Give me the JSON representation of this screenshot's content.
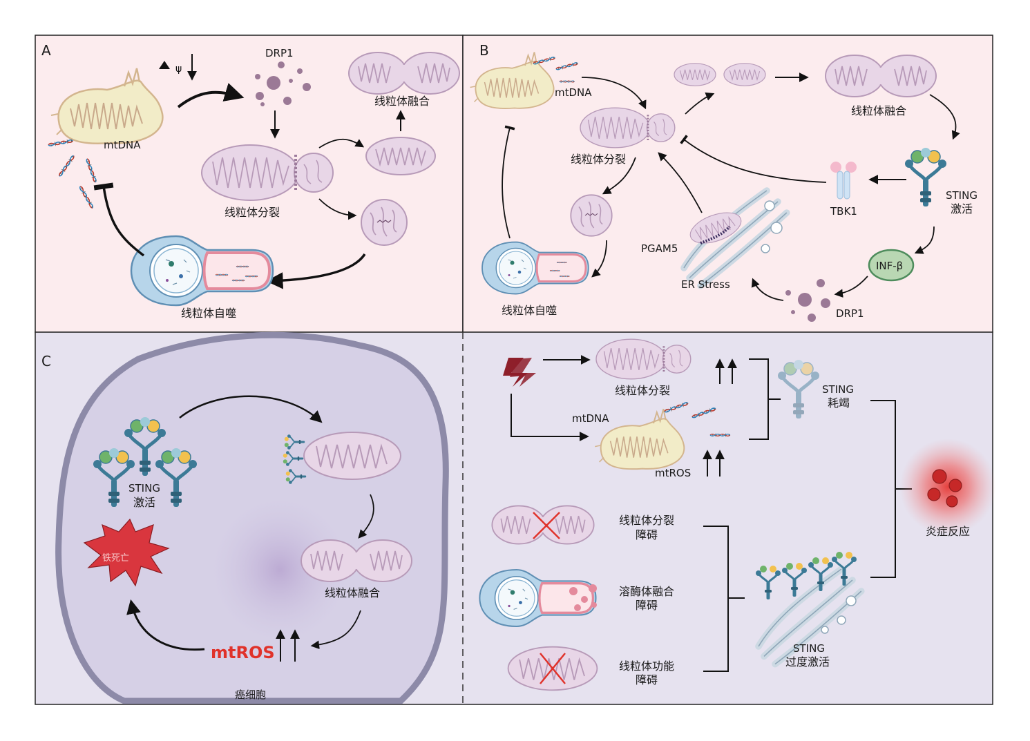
{
  "panels": {
    "A": {
      "letter": "A",
      "drp1": "DRP1",
      "mtdna": "mtDNA",
      "fission": "线粒体分裂",
      "fusion": "线粒体融合",
      "mitophagy": "线粒体自噬"
    },
    "B": {
      "letter": "B",
      "mtdna": "mtDNA",
      "fission": "线粒体分裂",
      "fusion": "线粒体融合",
      "mitophagy": "线粒体自噬",
      "tbk1": "TBK1",
      "sting": "STING",
      "sting_active": "激活",
      "pgam5": "PGAM5",
      "er_stress": "ER Stress",
      "inf": "INF-β",
      "drp1": "DRP1"
    },
    "C": {
      "letter": "C",
      "sting": "STING",
      "sting_active": "激活",
      "ferroptosis": "铁死亡",
      "fusion": "线粒体融合",
      "mtros": "mtROS",
      "cancer_cell": "癌细胞",
      "fission": "线粒体分裂",
      "mtdna": "mtDNA",
      "mtros_small": "mtROS",
      "sting_exhaust_1": "STING",
      "sting_exhaust_2": "耗竭",
      "inflammation": "炎症反应",
      "fission_impair_1": "线粒体分裂",
      "fission_impair_2": "障碍",
      "lyso_impair_1": "溶酶体融合",
      "lyso_impair_2": "障碍",
      "func_impair_1": "线粒体功能",
      "func_impair_2": "障碍",
      "sting_over_1": "STING",
      "sting_over_2": "过度激活"
    }
  },
  "colors": {
    "panelAB_bg": "#fcecee",
    "panelC_bg": "#e6e2ef",
    "mito_fill": "#e8d6e7",
    "mito_stroke": "#b79ab8",
    "dmg_mito_fill": "#f2ecc8",
    "dmg_mito_stroke": "#d3b58e",
    "sting_blue": "#3c7a96",
    "inf_fill": "#b9d7b3",
    "ros_red": "#e0322a",
    "drp1_purple": "#9b7996"
  }
}
